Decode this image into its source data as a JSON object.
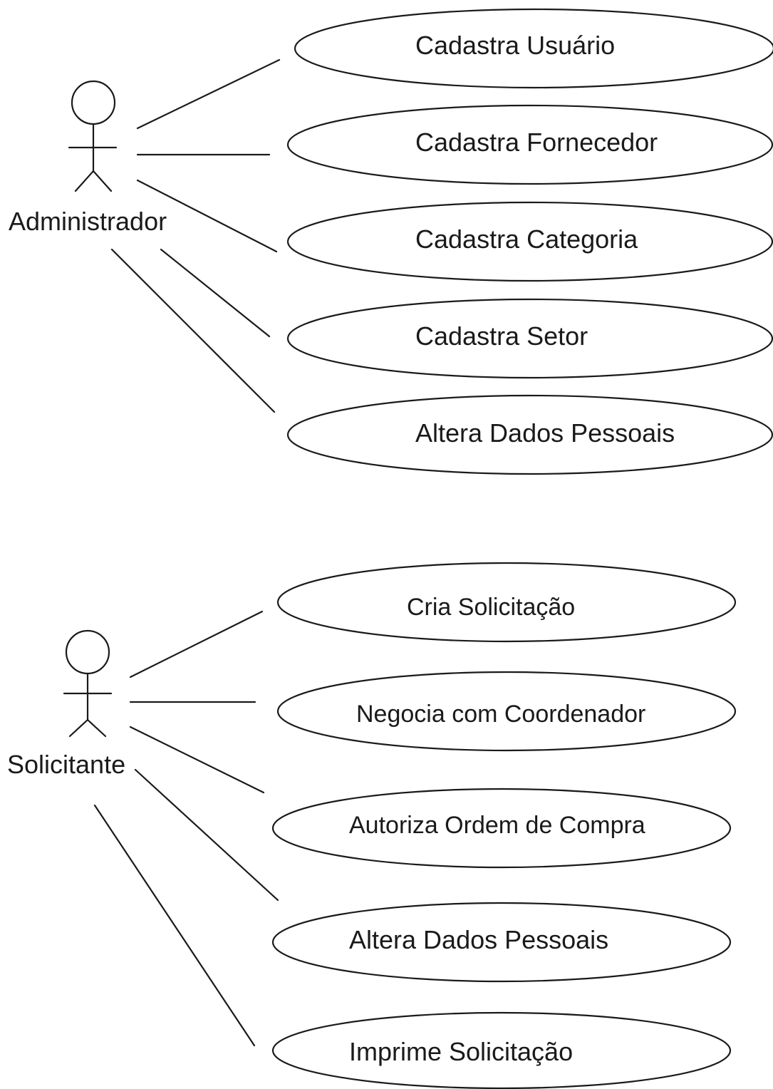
{
  "diagram": {
    "actors": [
      {
        "id": "administrador",
        "name": "Administrador",
        "use_cases": [
          "Cadastra Usuário",
          "Cadastra Fornecedor",
          "Cadastra Categoria",
          "Cadastra Setor",
          "Altera Dados Pessoais"
        ]
      },
      {
        "id": "solicitante",
        "name": "Solicitante",
        "use_cases": [
          "Cria Solicitação",
          "Negocia com Coordenador",
          "Autoriza Ordem de Compra",
          "Altera Dados Pessoais",
          "Imprime Solicitação"
        ]
      }
    ],
    "colors": {
      "line": "#1a1a1a",
      "background": "#ffffff"
    }
  }
}
